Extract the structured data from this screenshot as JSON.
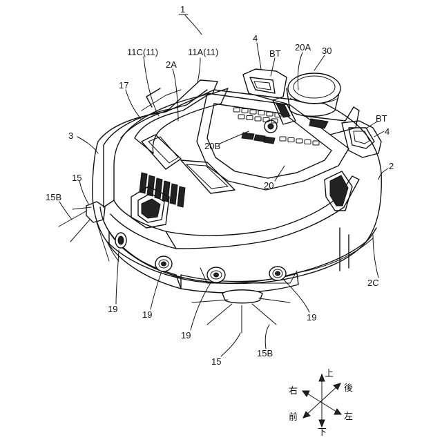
{
  "labels": {
    "l1": "1",
    "l4a": "4",
    "lBTa": "BT",
    "l20A": "20A",
    "l30": "30",
    "l11C": "11C(11)",
    "l11A": "11A(11)",
    "l2A": "2A",
    "l17": "17",
    "lBTb": "BT",
    "l4b": "4",
    "l3": "3",
    "l2": "2",
    "l20B": "20B",
    "l20": "20",
    "l15a": "15",
    "l15Ba": "15B",
    "l2C": "2C",
    "l19a": "19",
    "l19b": "19",
    "l19c": "19",
    "l19d": "19",
    "l15b": "15",
    "l15Bb": "15B"
  },
  "compass": {
    "up": "上",
    "back": "後",
    "right": "右",
    "left": "左",
    "front": "前",
    "down": "下"
  }
}
